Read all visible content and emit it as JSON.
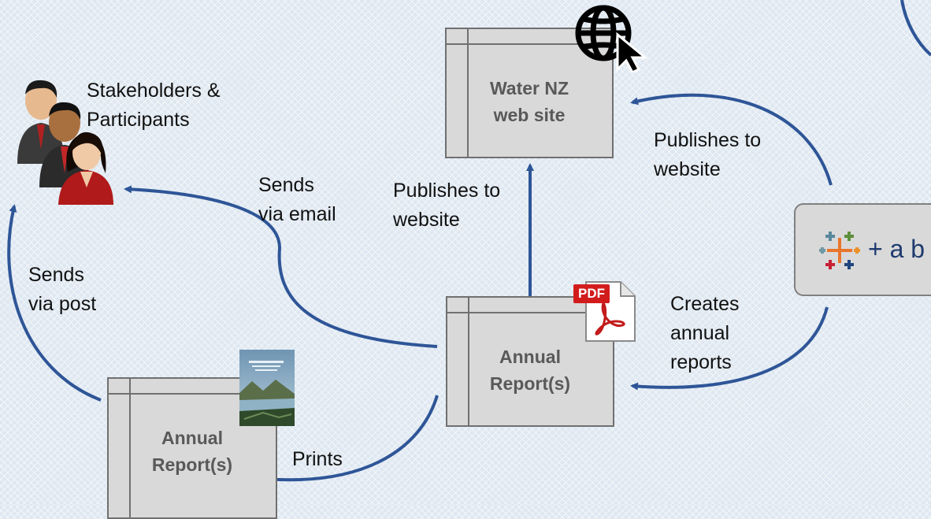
{
  "labels": {
    "stakeholders": [
      "Stakeholders &",
      "Participants"
    ],
    "sends_email": [
      "Sends",
      "via email"
    ],
    "publishes_left": [
      "Publishes to",
      "website"
    ],
    "publishes_right": [
      "Publishes to",
      "website"
    ],
    "sends_post": [
      "Sends",
      "via post"
    ],
    "creates": [
      "Creates",
      "annual",
      "reports"
    ],
    "prints": "Prints"
  },
  "nodes": {
    "website": [
      "Water NZ",
      "web site"
    ],
    "annual_center": [
      "Annual",
      "Report(s)"
    ],
    "annual_bottom": [
      "Annual",
      "Report(s)"
    ]
  },
  "pdf_icon": {
    "text": "PDF"
  },
  "tableau": {
    "text": "+ a b"
  },
  "colors": {
    "arrow": "#2e5597",
    "box_fill": "#d9d9d9",
    "box_border": "#707070",
    "node_text": "#595959",
    "background": "#dfe8f1"
  },
  "icons": [
    "people-group-icon",
    "globe-cursor-icon",
    "pdf-file-icon",
    "report-cover-icon",
    "tableau-logo-icon"
  ]
}
